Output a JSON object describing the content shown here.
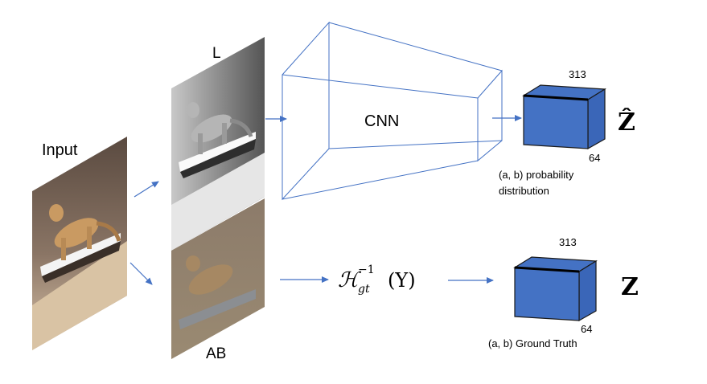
{
  "labels": {
    "input": "Input",
    "l": "L",
    "ab": "AB",
    "cnn": "CNN",
    "prob_dim_top": "313",
    "prob_dim_side": "64",
    "prob_caption_1": "(a, b) probability",
    "prob_caption_2": "distribution",
    "gt_dim_top": "313",
    "gt_dim_side": "64",
    "gt_caption": "(a, b) Ground Truth",
    "z_hat": "Ẑ",
    "z": "Z",
    "encoding_fn": "ℋ",
    "encoding_sub": "gt",
    "encoding_sup": "−1",
    "encoding_arg": "(Y)"
  },
  "images": {
    "input": "cat-photo-color",
    "l_channel": "cat-photo-grayscale",
    "ab_channel": "cat-photo-ab-chroma"
  },
  "colors": {
    "arrow": "#4472c4",
    "cnn_wire": "#4472c4",
    "tensor_front": "#4472c4",
    "tensor_side": "#3a66b8",
    "tensor_stroke": "#1a1a1a"
  }
}
